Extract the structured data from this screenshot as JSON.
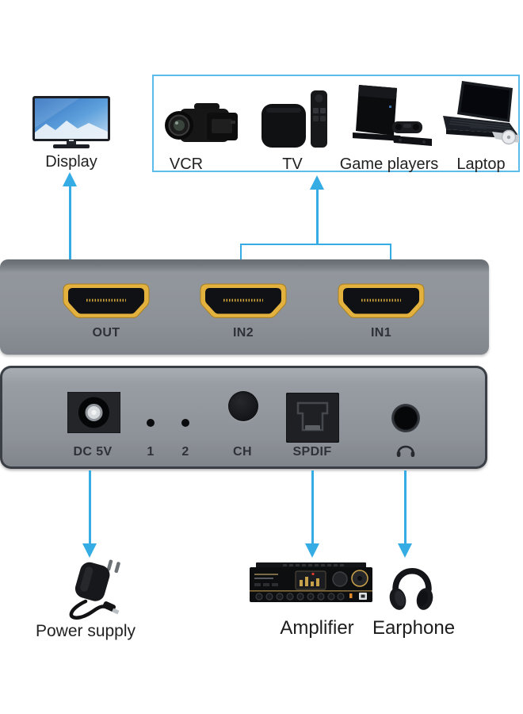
{
  "display": {
    "label": "Display"
  },
  "sources": {
    "items": [
      {
        "name": "vcr",
        "label": "VCR"
      },
      {
        "name": "tv",
        "label": "TV"
      },
      {
        "name": "game-players",
        "label": "Game players"
      },
      {
        "name": "laptop",
        "label": "Laptop"
      }
    ]
  },
  "front_panel": {
    "ports": [
      {
        "id": "out",
        "label": "OUT"
      },
      {
        "id": "in2",
        "label": "IN2"
      },
      {
        "id": "in1",
        "label": "IN1"
      }
    ]
  },
  "back_panel": {
    "dc_label": "DC 5V",
    "led_labels": [
      "1",
      "2"
    ],
    "ch_label": "CH",
    "spdif_label": "SPDIF",
    "phone_icon": "headphone-icon"
  },
  "outputs": {
    "power_supply": "Power supply",
    "amplifier": "Amplifier",
    "earphone": "Earphone"
  },
  "colors": {
    "arrow": "#35ade4",
    "box_border": "#5cbcea",
    "device_body": "#8d9298",
    "device_top": "#686d74",
    "device_edge": "#3a3f46",
    "hdmi_gold": "#e2b13e",
    "label_dark": "#2e3237",
    "text": "#222222"
  }
}
